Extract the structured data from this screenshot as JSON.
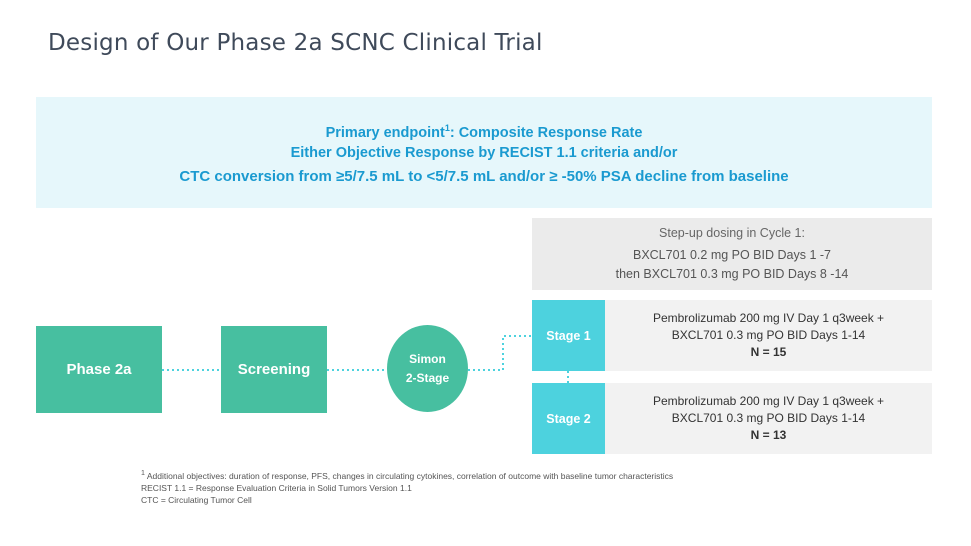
{
  "title": "Design of Our Phase 2a SCNC Clinical Trial",
  "endpoint": {
    "line1_prefix": "Primary endpoint",
    "line1_sup": "1",
    "line1_suffix": ": Composite Response Rate",
    "line2": "Either Objective Response by RECIST 1.1 criteria and/or",
    "line3": "CTC conversion from ≥5/7.5 mL to <5/7.5 mL and/or ≥ -50% PSA decline from baseline"
  },
  "dosing": {
    "heading": "Step-up dosing in Cycle 1:",
    "line1": "BXCL701 0.2 mg PO BID Days 1 -7",
    "line2": "then BXCL701 0.3 mg PO BID Days 8 -14"
  },
  "flow": {
    "phase": "Phase 2a",
    "screening": "Screening",
    "simon_line1": "Simon",
    "simon_line2": "2-Stage"
  },
  "stages": [
    {
      "label": "Stage 1",
      "line1": "Pembrolizumab 200 mg IV Day 1 q3week +",
      "line2": "BXCL701 0.3 mg PO BID Days 1-14",
      "n": "N = 15"
    },
    {
      "label": "Stage 2",
      "line1": "Pembrolizumab 200 mg IV Day 1 q3week +",
      "line2": "BXCL701 0.3 mg PO BID Days 1-14",
      "n": "N = 13"
    }
  ],
  "footnotes": {
    "line1_sup": "1",
    "line1": " Additional objectives: duration of response, PFS, changes in circulating cytokines, correlation of outcome with baseline tumor characteristics",
    "line2": "RECIST 1.1 = Response Evaluation Criteria in Solid Tumors Version 1.1",
    "line3": "CTC = Circulating Tumor Cell"
  },
  "colors": {
    "teal": "#47bfa0",
    "cyan": "#4dd2de",
    "endpoint_text": "#1a9ad0",
    "endpoint_bg": "#e6f7fb"
  }
}
